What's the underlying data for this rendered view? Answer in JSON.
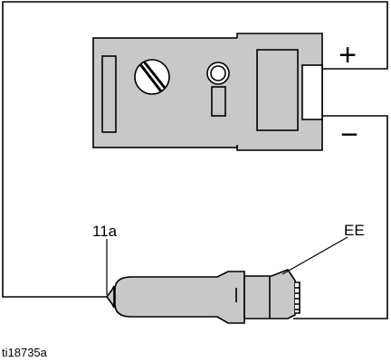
{
  "labels": {
    "plus_sign": "+",
    "minus_sign": "−",
    "callout_11a": "11a",
    "callout_ee": "EE",
    "figure_id": "ti18735a"
  },
  "colors": {
    "ink": "#000000",
    "device_fill": "#c8c8c8",
    "paper": "#ffffff"
  }
}
